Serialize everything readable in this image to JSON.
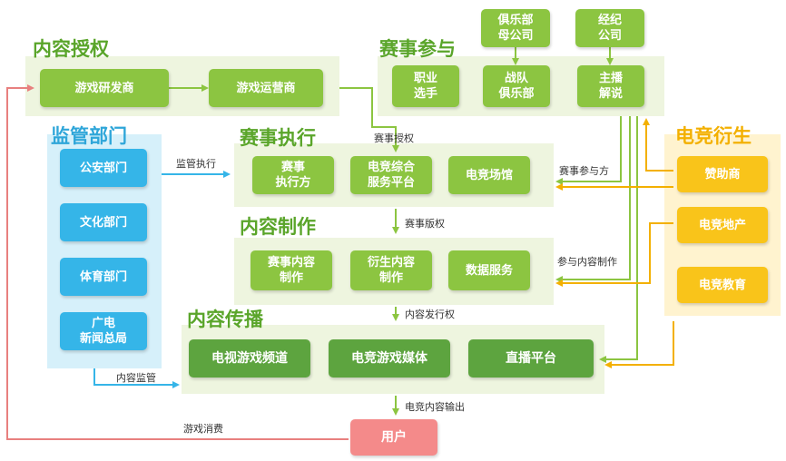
{
  "sections": {
    "content_authorization": {
      "title": "内容授权",
      "nodes": [
        "游戏研发商",
        "游戏运营商"
      ]
    },
    "event_participation": {
      "title": "赛事参与",
      "top_nodes": [
        "俱乐部\n母公司",
        "经纪\n公司"
      ],
      "nodes": [
        "职业\n选手",
        "战队\n俱乐部",
        "主播\n解说"
      ]
    },
    "regulators": {
      "title": "监管部门",
      "nodes": [
        "公安部门",
        "文化部门",
        "体育部门",
        "广电\n新闻总局"
      ]
    },
    "event_execution": {
      "title": "赛事执行",
      "nodes": [
        "赛事\n执行方",
        "电竞综合\n服务平台",
        "电竞场馆"
      ]
    },
    "content_production": {
      "title": "内容制作",
      "nodes": [
        "赛事内容\n制作",
        "衍生内容\n制作",
        "数据服务"
      ]
    },
    "content_distribution": {
      "title": "内容传播",
      "nodes": [
        "电视游戏频道",
        "电竞游戏媒体",
        "直播平台"
      ]
    },
    "esports_derivatives": {
      "title": "电竞衍生",
      "nodes": [
        "赞助商",
        "电竞地产",
        "电竞教育"
      ]
    },
    "user": {
      "label": "用户"
    }
  },
  "edge_labels": {
    "supervision_execution": "监管执行",
    "event_authorization": "赛事授权",
    "event_participants": "赛事参与方",
    "event_copyright": "赛事版权",
    "participate_production": "参与内容制作",
    "distribution_rights": "内容发行权",
    "content_supervision": "内容监管",
    "esports_output": "电竞内容输出",
    "game_consumption": "游戏消费"
  },
  "colors": {
    "panel_green": "#eef5df",
    "panel_blue": "#d6f0fa",
    "panel_yellow": "#fff3cf",
    "box_green": "#8cc541",
    "box_dark_green": "#5da43f",
    "box_blue": "#35b5e8",
    "box_yellow": "#f9c41a",
    "box_pink": "#f48a8a",
    "arrow_green": "#8cc541",
    "arrow_blue": "#35b5e8",
    "arrow_yellow": "#f3b000",
    "arrow_red": "#e8807f"
  }
}
